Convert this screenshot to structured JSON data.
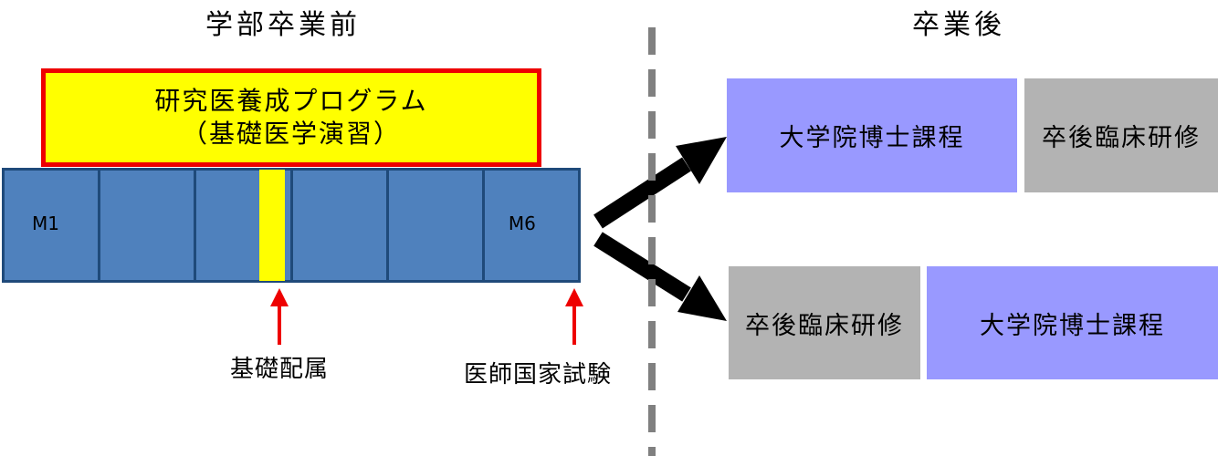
{
  "headings": {
    "before": "学部卒業前",
    "after": "卒業後"
  },
  "program": {
    "line1": "研究医養成プログラム",
    "line2": "（基礎医学演習）"
  },
  "years": {
    "first": "M1",
    "last": "M6"
  },
  "markers": {
    "basic_assignment": "基礎配属",
    "national_exam": "医師国家試験"
  },
  "paths": {
    "top": {
      "first": "大学院博士課程",
      "second": "卒後臨床研修"
    },
    "bottom": {
      "first": "卒後臨床研修",
      "second": "大学院博士課程"
    }
  },
  "colors": {
    "year_block": "#4f81bd",
    "year_border": "#1f4a7a",
    "program_fill": "#ffff00",
    "program_border": "#ee0000",
    "marker_arrow": "#ee0000",
    "grad_school": "#9999ff",
    "clinical_training": "#b3b3b3",
    "divider": "#808080"
  }
}
